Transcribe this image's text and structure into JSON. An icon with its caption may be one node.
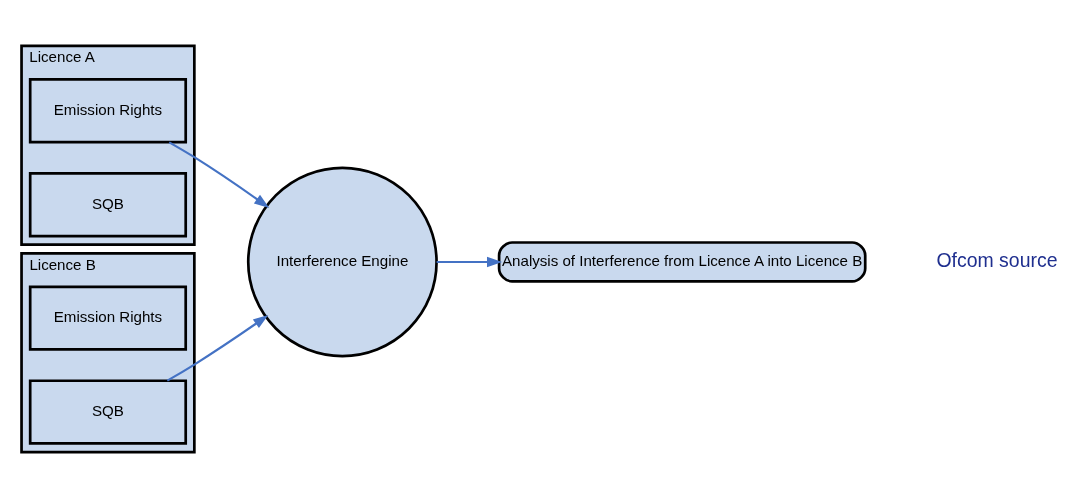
{
  "diagram": {
    "nodes": [
      {
        "text": [
          "Licence A"
        ]
      },
      {
        "text": [
          "Emission Rights"
        ],
        "in": 0
      },
      {
        "text": [
          "SQB"
        ],
        "in": 0
      },
      {
        "text": [
          "Licence B"
        ]
      },
      {
        "text": [
          "Emission Rights"
        ],
        "in": 3
      },
      {
        "text": [
          "SQB"
        ],
        "in": 3
      },
      {
        "text": [
          "Interference Engine"
        ]
      },
      {
        "text": [
          "Analysis of Interference from Licence A into Licence B"
        ]
      }
    ],
    "edges": [
      {
        "from": 1,
        "to": 6,
        "arrow": "to"
      },
      {
        "from": 5,
        "to": 6,
        "arrow": "to"
      },
      {
        "from": 6,
        "to": 7,
        "arrow": "to"
      }
    ],
    "labels": [
      "Ofcom source"
    ]
  }
}
